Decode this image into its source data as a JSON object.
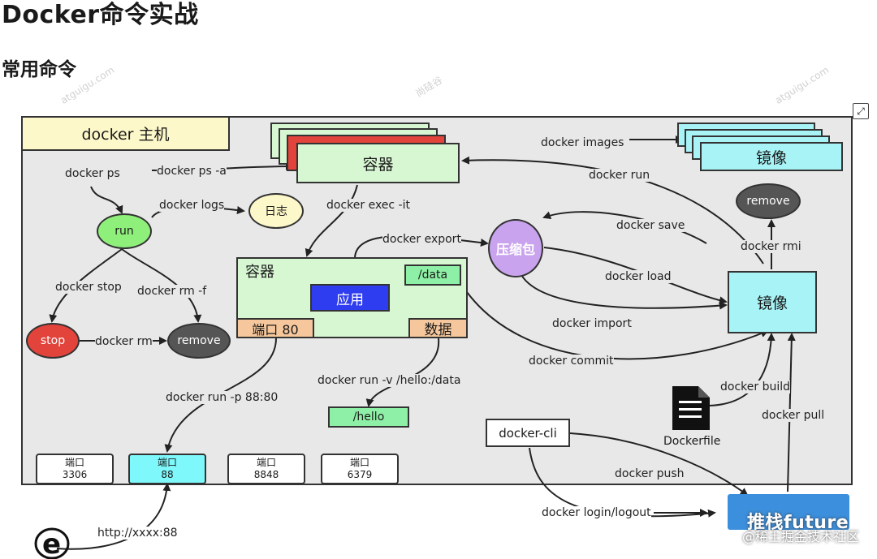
{
  "page": {
    "title": "Docker命令实战",
    "section": "常用命令",
    "watermark": "atguigu.com",
    "watermark_cn": "尚硅谷"
  },
  "diagram": {
    "host_label": "docker 主机",
    "container_top": "容器",
    "image_top": "镜像",
    "run": "run",
    "log": "日志",
    "stop": "stop",
    "remove": "remove",
    "remove_image": "remove",
    "zip": "压缩包",
    "container_big": "容器",
    "app": "应用",
    "data_dir": "/data",
    "port80": "端口 80",
    "data_block": "数据",
    "hello": "/hello",
    "image_main": "镜像",
    "dockerfile": "Dockerfile",
    "cli": "docker-cli",
    "ports": [
      {
        "label": "端口",
        "num": "3306"
      },
      {
        "label": "端口",
        "num": "88"
      },
      {
        "label": "端口",
        "num": "8848"
      },
      {
        "label": "端口",
        "num": "6379"
      }
    ],
    "commands": {
      "ps": "docker ps",
      "ps_a": "docker ps -a",
      "logs": "docker logs",
      "exec": "docker exec -it",
      "images": "docker images",
      "run_cmd": "docker run",
      "save": "docker save",
      "rmi": "docker rmi",
      "export": "docker export",
      "load": "docker load",
      "import": "docker import",
      "stop_cmd": "docker stop",
      "rm_f": "docker rm -f",
      "rm": "docker rm",
      "commit": "docker commit",
      "volume": "docker run -v /hello:/data",
      "port_map": "docker run -p 88:80",
      "build": "docker build",
      "pull": "docker pull",
      "push": "docker push",
      "login": "docker login/logout",
      "url": "http://xxxx:88"
    },
    "hub_overlay": "推栈future",
    "hub_overlay2": "@稀土掘金技术社区"
  }
}
